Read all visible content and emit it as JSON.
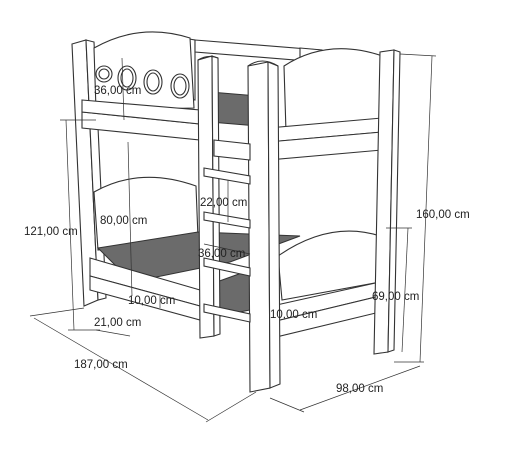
{
  "diagram": {
    "dimensions": {
      "height_total": "160,00 cm",
      "height_lower_bed": "121,00 cm",
      "height_inner": "80,00 cm",
      "height_guard": "36,00 cm",
      "ladder_step": "22,00 cm",
      "ladder_width": "36,00 cm",
      "height_side": "69,00 cm",
      "height_leg_front": "10,00 cm",
      "height_leg_side": "10,00 cm",
      "leg_depth": "21,00 cm",
      "length": "187,00 cm",
      "width": "98,00 cm"
    },
    "colors": {
      "line": "#333333",
      "mattress": "#6b6b6b",
      "background": "#ffffff"
    }
  }
}
